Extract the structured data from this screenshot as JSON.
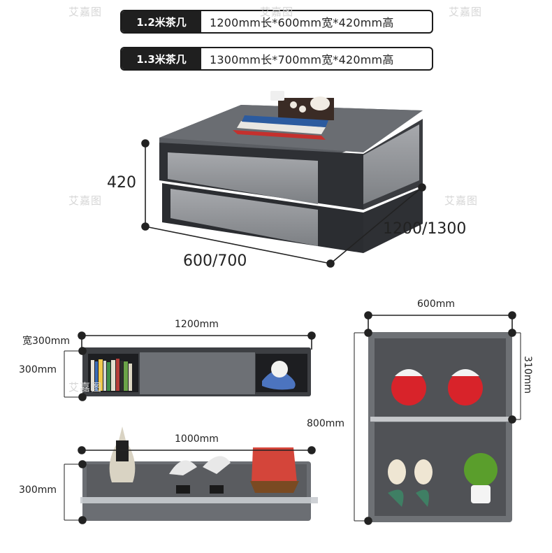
{
  "specs": [
    {
      "model": "1.2米茶几",
      "dims": "1200mm长*600mm宽*420mm高"
    },
    {
      "model": "1.3米茶几",
      "dims": "1300mm长*700mm宽*420mm高"
    }
  ],
  "main_view": {
    "height_label": "420",
    "width_label": "600/700",
    "length_label": "1200/1300"
  },
  "drawer_view": {
    "length_label": "1200mm",
    "depth_label": "宽300mm",
    "height_label": "300mm"
  },
  "shelf_view": {
    "length_label": "1000mm",
    "height_label": "300mm"
  },
  "cabinet_view": {
    "width_label": "600mm",
    "height_label": "800mm",
    "compartment_label": "310mm"
  },
  "watermark": "艾嘉图"
}
